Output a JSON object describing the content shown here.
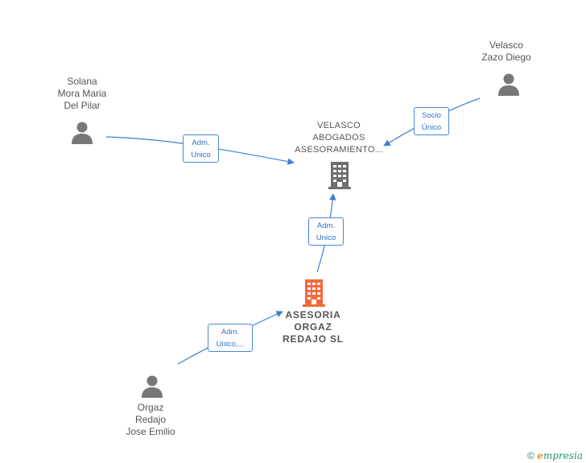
{
  "nodes": {
    "solana": {
      "label": "Solana\nMora Maria\nDel Pilar",
      "type": "person"
    },
    "velasco_diego": {
      "label": "Velasco\nZazo Diego",
      "type": "person"
    },
    "orgaz": {
      "label": "Orgaz\nRedajo\nJose Emilio",
      "type": "person"
    },
    "velasco_abogados": {
      "label": "VELASCO\nABOGADOS\nASESORAMIENTO...",
      "type": "company"
    },
    "asesoria_orgaz": {
      "label": "ASESORIA\nORGAZ\nREDAJO  SL",
      "type": "company-focus"
    }
  },
  "edges": {
    "solana_to_velasco": {
      "label_line1": "Adm.",
      "label_line2": "Unico"
    },
    "diego_to_velasco": {
      "label_line1": "Socio",
      "label_line2": "Único"
    },
    "asesoria_to_velasco": {
      "label_line1": "Adm.",
      "label_line2": "Unico"
    },
    "orgaz_to_asesoria": {
      "label_line1": "Adm.",
      "label_line2": "Unico,..."
    }
  },
  "colors": {
    "edge": "#3a7fd5",
    "person_icon": "#777777",
    "company_icon": "#6f6f6f",
    "focus_icon": "#f2683a"
  },
  "footer": {
    "copyright": "©",
    "brand_e": "e",
    "brand_rest": "mpresia"
  }
}
